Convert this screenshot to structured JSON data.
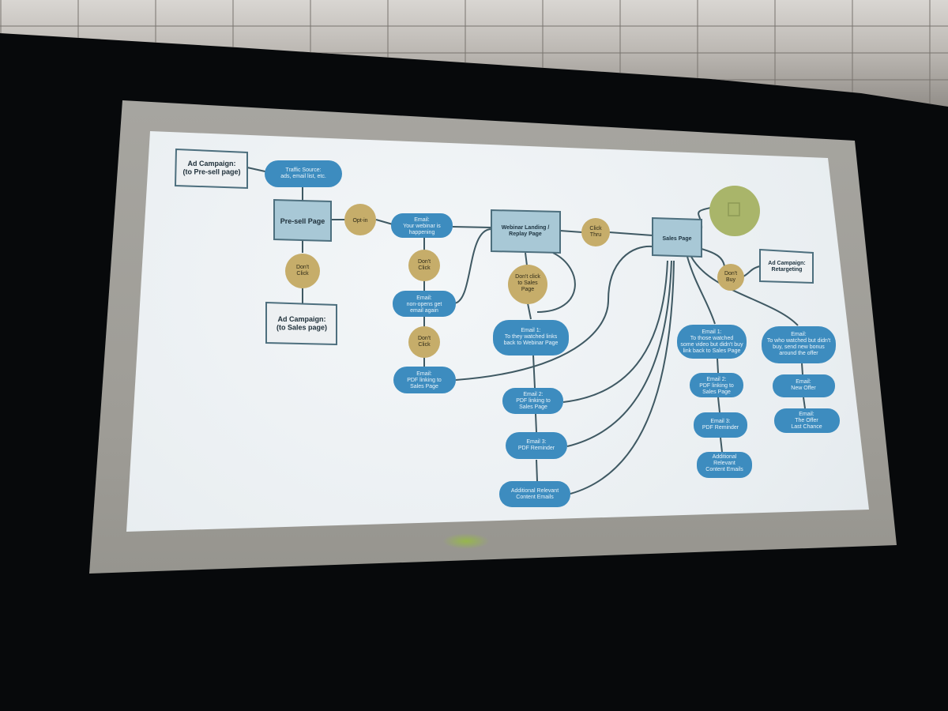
{
  "nodes": {
    "ad_campaign_preSell": "Ad Campaign:\n(to Pre-sell page)",
    "traffic_source": "Traffic Source:\nads, email list, etc.",
    "pre_sell_page": "Pre-sell Page",
    "opt_in": "Opt-in",
    "email_webinar": "Email:\nYour webinar is\nhappening",
    "webinar_landing": "Webinar Landing /\nReplay Page",
    "click_thru": "Click\nThru",
    "sales_page": "Sales Page",
    "dont_click_1": "Don't\nClick",
    "ad_campaign_sales": "Ad Campaign:\n(to Sales page)",
    "dont_click_2": "Don't\nClick",
    "email_non_opens": "Email:\nnon-opens get\nemail again",
    "dont_click_3": "Don't\nClick",
    "email_pdf": "Email:\nPDF linking to\nSales Page",
    "dont_click_sales": "Don't click\nto Sales\nPage",
    "email_1": "Email 1:\nTo they watched links\nback to Webinar Page",
    "email_2": "Email 2:\nPDF linking to\nSales Page",
    "email_3": "Email 3:\nPDF Reminder",
    "additional_content": "Additional Relevant\nContent Emails",
    "dont_buy": "Don't\nBuy",
    "ad_campaign_retarget": "Ad Campaign:\nRetargeting",
    "email_r1": "Email 1:\nTo those watched\nsome video but didn't buy\nlink back to Sales Page",
    "email_r2": "Email 2:\nPDF linking to\nSales Page",
    "email_r3": "Email 3:\nPDF Reminder",
    "additional_r": "Additional\nRelevant\nContent Emails",
    "email_w1": "Email:\nTo who watched but didn't\nbuy, send new bonus\naround the offer",
    "email_w2": "Email:\nNew Offer",
    "email_w3": "Email:\nThe Offer\nLast Chance"
  },
  "colors": {
    "box_fill": "#a8c8d6",
    "box_stroke": "#4d6f7e",
    "pill_fill": "#3d8cbf",
    "decision_fill": "#c6ad6a",
    "outcome_fill": "#a9b56a",
    "white_box_fill": "#edf0f2"
  }
}
